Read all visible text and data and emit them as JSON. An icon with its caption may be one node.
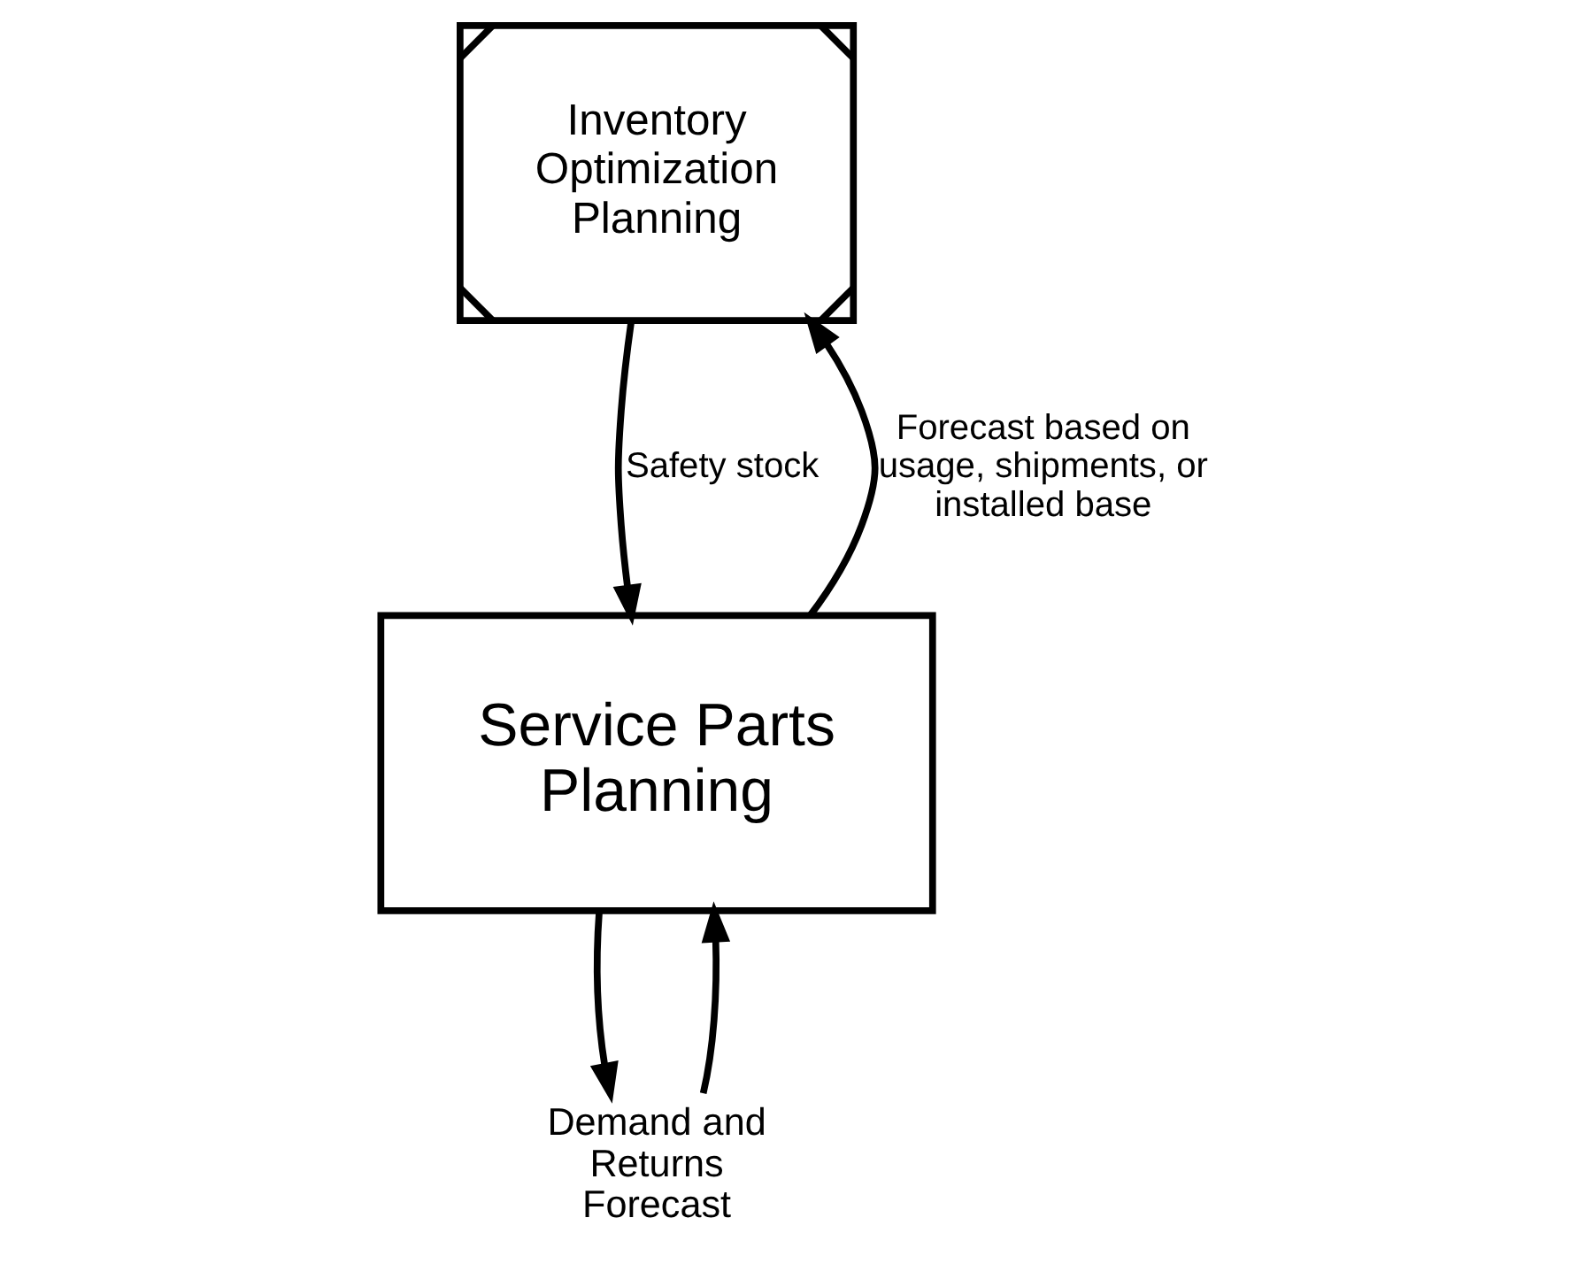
{
  "diagram": {
    "nodes": [
      {
        "text": [
          "Inventory Optimization Planning"
        ]
      },
      {
        "text": [
          "Service Parts Planning"
        ]
      },
      {
        "text": [
          "Demand and Returns Forecast"
        ]
      }
    ],
    "edges": [
      {
        "from": 1,
        "to": 0,
        "arrow": "to",
        "label": "Forecast based on usage, shipments, or installed base"
      },
      {
        "from": 0,
        "to": 1,
        "arrow": "to",
        "label": "Safety stock"
      },
      {
        "from": 1,
        "to": 2,
        "arrow": "to"
      },
      {
        "from": 2,
        "to": 1,
        "arrow": "to"
      }
    ]
  }
}
